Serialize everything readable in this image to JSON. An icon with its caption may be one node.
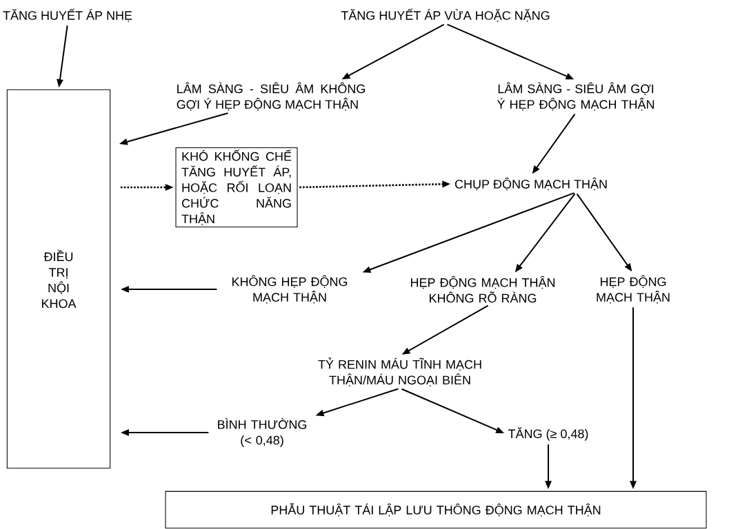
{
  "diagram": {
    "nodes": [
      {
        "text": [
          "TĂNG HUYẾT ÁP NHẸ"
        ]
      },
      {
        "text": [
          "TĂNG HUYẾT ÁP VỪA HOẶC NẶNG"
        ]
      },
      {
        "text": [
          "LÂM SÀNG - SIÊU ÂM KHÔNG GỢI Ý HẸP ĐỘNG MẠCH THẬN"
        ]
      },
      {
        "text": [
          "LÂM SÀNG - SIÊU ÂM GỢI Ý HẸP ĐỘNG MẠCH THẬN"
        ]
      },
      {
        "text": [
          "ĐIỀU TRỊ NỘI KHOA"
        ]
      },
      {
        "text": [
          "KHÓ KHỐNG CHẾ TĂNG HUYẾT ÁP, HOẶC RỐI LOẠN CHỨC NĂNG THẬN"
        ]
      },
      {
        "text": [
          "CHỤP ĐỘNG MẠCH THẬN"
        ]
      },
      {
        "text": [
          "KHÔNG HẸP ĐỘNG MẠCH THẬN"
        ]
      },
      {
        "text": [
          "HẸP ĐỘNG MẠCH THẬN KHÔNG RÕ RÀNG"
        ]
      },
      {
        "text": [
          "HẸP ĐỘNG MẠCH THẬN"
        ]
      },
      {
        "text": [
          "TỶ RENIN MÁU TĨNH MẠCH THẬN/MÁU NGOẠI BIÊN"
        ]
      },
      {
        "text": [
          "BÌNH THƯỜNG (< 0,48)"
        ]
      },
      {
        "text": [
          "TĂNG (≥ 0,48)"
        ]
      },
      {
        "text": [
          "PHẪU THUẬT TÁI LẬP LƯU THÔNG ĐỘNG MẠCH THẬN"
        ]
      }
    ],
    "edges": [
      {
        "from": 0,
        "to": 4,
        "arrow": "to"
      },
      {
        "from": 1,
        "to": 2,
        "arrow": "to"
      },
      {
        "from": 1,
        "to": 3,
        "arrow": "to"
      },
      {
        "from": 2,
        "to": 4,
        "arrow": "to"
      },
      {
        "from": 3,
        "to": 6,
        "arrow": "to"
      },
      {
        "from": 4,
        "to": 5,
        "arrow": "to",
        "style": "dashed"
      },
      {
        "from": 5,
        "to": 6,
        "arrow": "to",
        "style": "dashed"
      },
      {
        "from": 6,
        "to": 7,
        "arrow": "to"
      },
      {
        "from": 6,
        "to": 8,
        "arrow": "to"
      },
      {
        "from": 6,
        "to": 9,
        "arrow": "to"
      },
      {
        "from": 7,
        "to": 4,
        "arrow": "to"
      },
      {
        "from": 8,
        "to": 10,
        "arrow": "to"
      },
      {
        "from": 10,
        "to": 11,
        "arrow": "to"
      },
      {
        "from": 10,
        "to": 12,
        "arrow": "to"
      },
      {
        "from": 11,
        "to": 4,
        "arrow": "to"
      },
      {
        "from": 12,
        "to": 13,
        "arrow": "to"
      },
      {
        "from": 9,
        "to": 13,
        "arrow": "to"
      }
    ]
  }
}
